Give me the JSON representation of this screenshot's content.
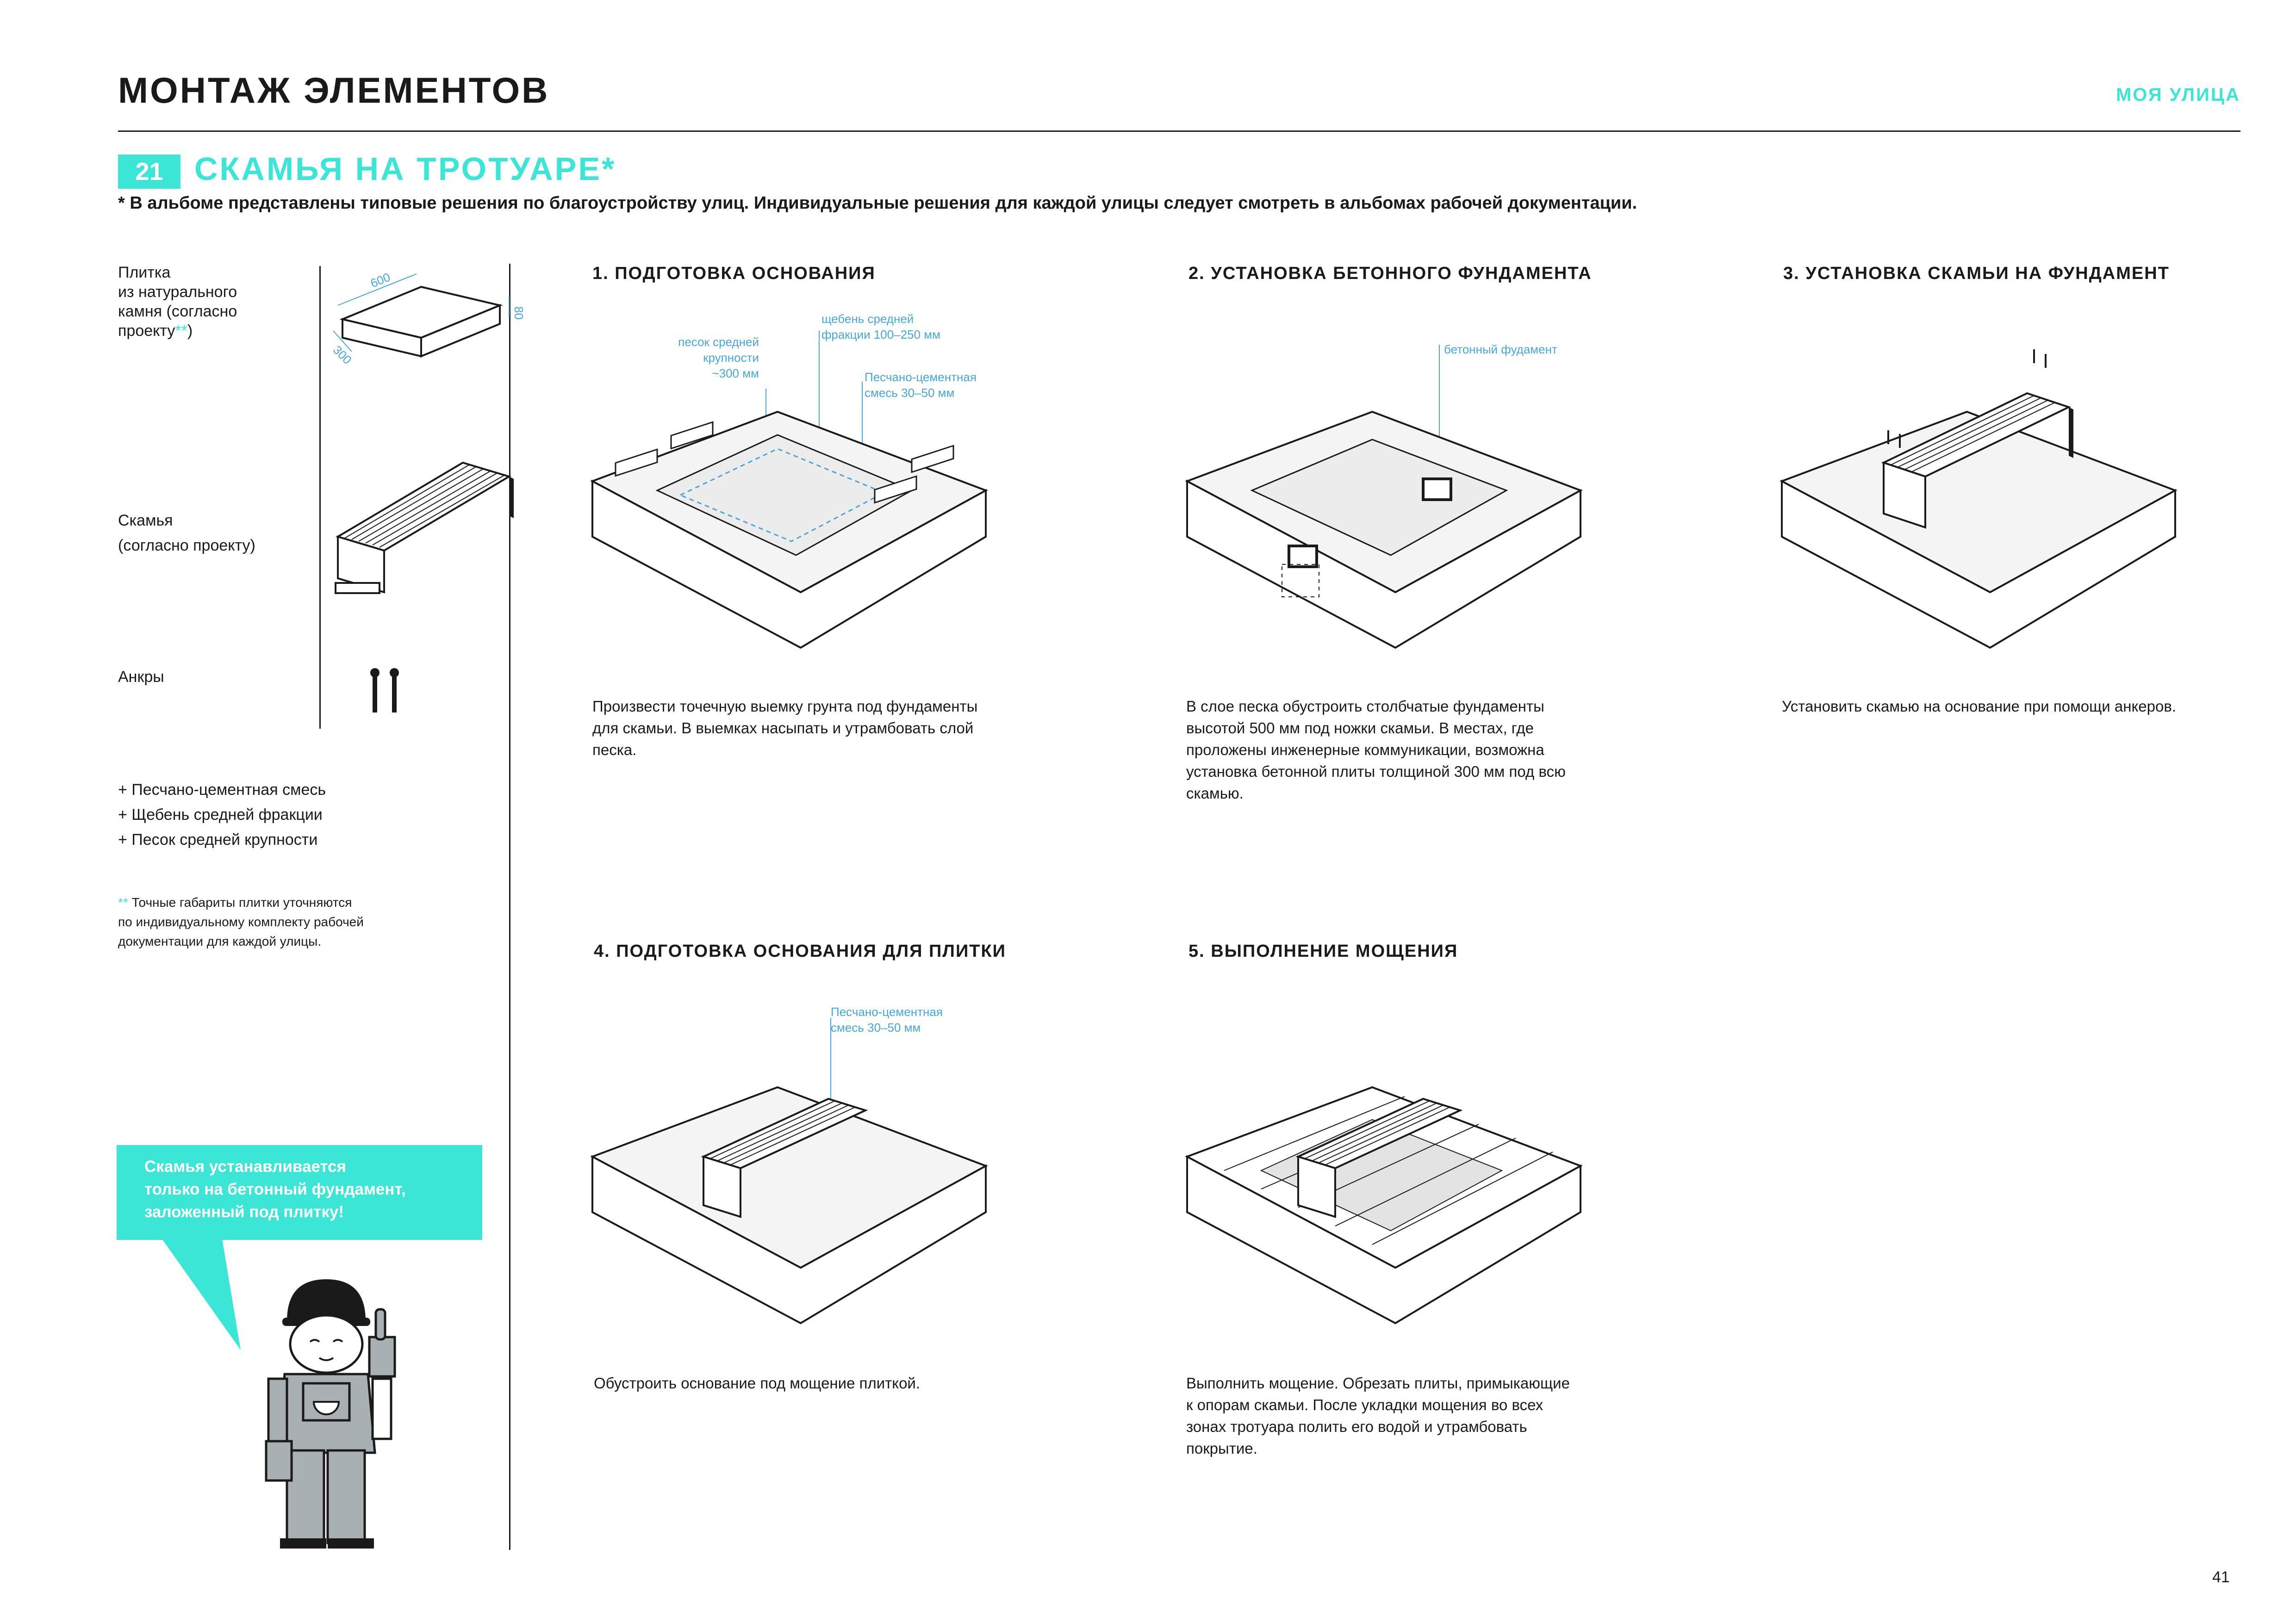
{
  "header": {
    "title": "МОНТАЖ ЭЛЕМЕНТОВ",
    "brand": "МОЯ УЛИЦА"
  },
  "section": {
    "number": "21",
    "title": "СКАМЬЯ НА ТРОТУАРЕ*",
    "disclaimer": "* В альбоме представлены типовые решения по благоустройству улиц. Индивидуальные решения для каждой улицы следует смотреть в альбомах рабочей документации."
  },
  "materials": {
    "tile_label": [
      "Плитка",
      "из натурального",
      "камня  (согласно",
      "проекту"
    ],
    "tile_stars": "**",
    "tile_close": ")",
    "tile_dims": {
      "length": "600",
      "width": "300",
      "height": "80"
    },
    "bench_label": [
      "Скамья",
      "(согласно проекту)"
    ],
    "anchors_label": "Анкры",
    "extras": [
      "+ Песчано-цементная смесь",
      "+ Щебень средней фракции",
      "+ Песок средней крупности"
    ],
    "footnote_stars": "**",
    "footnote": [
      "Точные габариты плитки уточняются",
      "по индивидуальному комплекту рабочей",
      "документации для каждой улицы."
    ]
  },
  "callout": {
    "text": [
      "Скамья устанавливается",
      "только на бетонный фундамент,",
      "заложенный под плитку!"
    ]
  },
  "steps": [
    {
      "title": "1. ПОДГОТОВКА ОСНОВАНИЯ",
      "notes": [
        [
          "песок средней",
          "крупности",
          "~300 мм"
        ],
        [
          "щебень средней",
          "фракции 100–250 мм"
        ],
        [
          "Песчано-цементная",
          "смесь 30–50 мм"
        ]
      ],
      "description": [
        "Произвести точечную выемку грунта под фундаменты",
        "для скамьи. В выемках насыпать и утрамбовать слой",
        "песка."
      ]
    },
    {
      "title": "2. УСТАНОВКА БЕТОННОГО ФУНДАМЕНТА",
      "notes": [
        [
          "бетонный фудамент"
        ]
      ],
      "description": [
        "В слое песка обустроить столбчатые фундаменты",
        "высотой 500 мм под ножки скамьи. В местах, где",
        "проложены инженерные коммуникации, возможна",
        "установка бетонной плиты толщиной 300 мм под всю",
        "скамью."
      ]
    },
    {
      "title": "3. УСТАНОВКА СКАМЬИ НА ФУНДАМЕНТ",
      "description": [
        "Установить скамью на основание при помощи анкеров."
      ]
    },
    {
      "title": "4. ПОДГОТОВКА ОСНОВАНИЯ ДЛЯ ПЛИТКИ",
      "notes": [
        [
          "Песчано-цементная",
          "смесь 30–50 мм"
        ]
      ],
      "description": [
        "Обустроить основание под мощение плиткой."
      ]
    },
    {
      "title": "5. ВЫПОЛНЕНИЕ МОЩЕНИЯ",
      "description": [
        "Выполнить мощение. Обрезать плиты, примыкающие",
        "к опорам скамьи. После укладки мощения во всех",
        "зонах тротуара полить его водой и утрамбовать",
        "покрытие."
      ]
    }
  ],
  "page": {
    "number": "41"
  },
  "colors": {
    "accent": "#3ce6d6",
    "note": "#46a7d8",
    "ink": "#1a1a1a",
    "figure_gray": "#a8b0b4"
  }
}
